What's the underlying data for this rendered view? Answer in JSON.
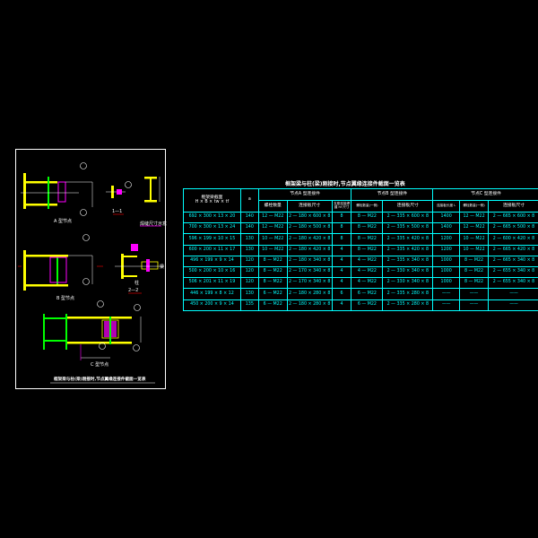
{
  "sheet": {
    "detail_a_label": "A 型节点",
    "detail_b_label": "B 型节点",
    "detail_c_label": "C 型节点",
    "section_1": "1—1",
    "section_2": "2—2",
    "section_note": "焊缝尺寸示意",
    "beam_label": "梁",
    "column_label": "柱",
    "caption": "框架梁与柱(梁)刚接时,节点翼缘连接件截面一览表"
  },
  "table": {
    "title": "框架梁与柱(梁)刚接时,节点翼缘连接件截面一览表",
    "header": {
      "section": "框架梁截面",
      "section_dims": "H × B × tw × tf",
      "a": "a",
      "group_a": "节点A 型连接件",
      "group_b": "节点B 型连接件",
      "group_c": "节点C 型连接件",
      "a_bolts": "螺栓数量",
      "a_plate": "连接板尺寸",
      "a_weld": "支座连接焊缝 hf 尺寸",
      "b_bolts": "螺栓数量(一侧)",
      "b_plate": "连接板尺寸",
      "c_len": "连接板长度 L",
      "c_bolts": "螺栓数量(一侧)",
      "c_plate": "连接板尺寸"
    },
    "rows": [
      [
        "692 × 300 × 13 × 20",
        "140",
        "12 — M22",
        "2 — 180 × 600 × 8",
        "8",
        "8 — M22",
        "2 — 335 × 600 × 8",
        "1400",
        "12 — M22",
        "2 — 665 × 600 × 8"
      ],
      [
        "700 × 300 × 13 × 24",
        "140",
        "12 — M22",
        "2 — 180 × 500 × 8",
        "8",
        "8 — M22",
        "2 — 335 × 500 × 8",
        "1400",
        "12 — M22",
        "2 — 665 × 500 × 8"
      ],
      [
        "596 × 199 × 10 × 15",
        "130",
        "10 — M22",
        "2 — 180 × 420 × 8",
        "8",
        "8 — M22",
        "2 — 335 × 420 × 8",
        "1200",
        "10 — M22",
        "2 — 600 × 420 × 8"
      ],
      [
        "600 × 200 × 11 × 17",
        "130",
        "10 — M22",
        "2 — 180 × 420 × 8",
        "4",
        "8 — M22",
        "2 — 335 × 420 × 8",
        "1200",
        "10 — M22",
        "2 — 665 × 420 × 8"
      ],
      [
        "496 × 199 × 9 × 14",
        "120",
        "8 — M22",
        "2 — 180 × 340 × 8",
        "4",
        "4 — M22",
        "2 — 335 × 340 × 8",
        "1000",
        "8 — M22",
        "2 — 665 × 340 × 8"
      ],
      [
        "500 × 200 × 10 × 16",
        "120",
        "8 — M22",
        "2 — 170 × 340 × 8",
        "4",
        "4 — M22",
        "2 — 330 × 340 × 8",
        "1000",
        "8 — M22",
        "2 — 655 × 340 × 8"
      ],
      [
        "506 × 201 × 11 × 19",
        "120",
        "8 — M22",
        "2 — 170 × 340 × 8",
        "4",
        "4 — M22",
        "2 — 330 × 340 × 8",
        "1000",
        "8 — M22",
        "2 — 655 × 340 × 8"
      ],
      [
        "446 × 199 × 8 × 12",
        "130",
        "6 — M22",
        "2 — 180 × 280 × 8",
        "6",
        "6 — M22",
        "2 — 335 × 280 × 8",
        "——",
        "——",
        "——"
      ],
      [
        "450 × 200 × 9 × 14",
        "135",
        "6 — M22",
        "2 — 180 × 280 × 8",
        "4",
        "6 — M22",
        "2 — 335 × 280 × 8",
        "——",
        "——",
        "——"
      ]
    ]
  }
}
